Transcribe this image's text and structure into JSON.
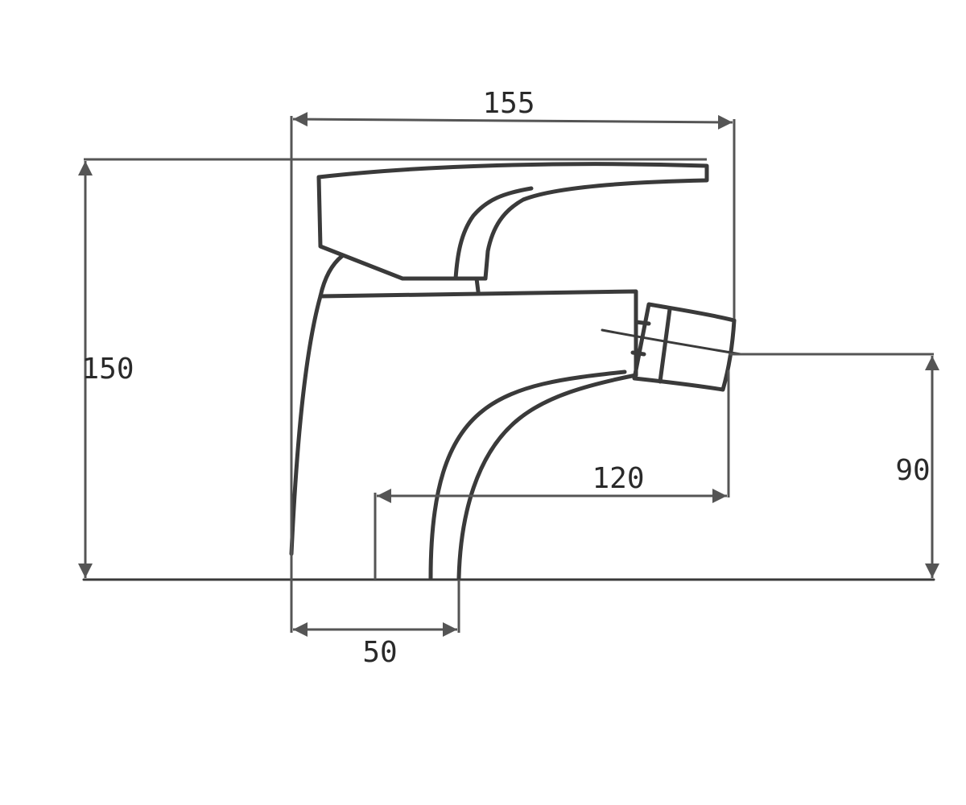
{
  "dimensions": {
    "overall_width": {
      "value": "155",
      "axis": "horizontal"
    },
    "overall_height": {
      "value": "150",
      "axis": "vertical"
    },
    "spout_height": {
      "value": "90",
      "axis": "vertical"
    },
    "spout_reach": {
      "value": "120",
      "axis": "horizontal"
    },
    "base_width": {
      "value": "50",
      "axis": "horizontal"
    }
  },
  "colors": {
    "line": "#3a3a3a",
    "dimension": "#555555",
    "text": "#2a2a2a",
    "background": "#ffffff"
  }
}
